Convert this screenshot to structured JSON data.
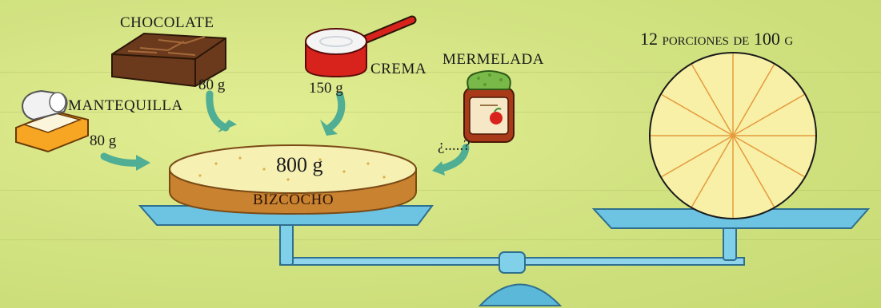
{
  "labels": {
    "chocolate": "CHOCOLATE",
    "chocolate_qty": "80 g",
    "crema": "CREMA",
    "crema_qty": "150 g",
    "mermelada": "MERMELADA",
    "mermelada_qty": "¿.....?",
    "mantequilla": "MANTEQUILLA",
    "mantequilla_qty": "80 g",
    "cake_weight": "800 g",
    "cake_name": "BIZCOCHO",
    "portions": "12 porciones de 100 g"
  },
  "colors": {
    "background": "#d3e383",
    "arrow": "#4fae94",
    "cake_side": "#c9822f",
    "cake_top": "#f6f0b3",
    "pie_fill": "#f7f0a6",
    "pie_lines": "#e69a3c",
    "scale": "#7fd0e8",
    "scale_dark": "#3f8fb3",
    "pot": "#d8231d",
    "jar_lid": "#79b94a"
  },
  "icons": [
    "chocolate-bar-icon",
    "cream-pot-icon",
    "jam-jar-icon",
    "butter-dish-icon"
  ],
  "pie": {
    "slices": 12
  }
}
